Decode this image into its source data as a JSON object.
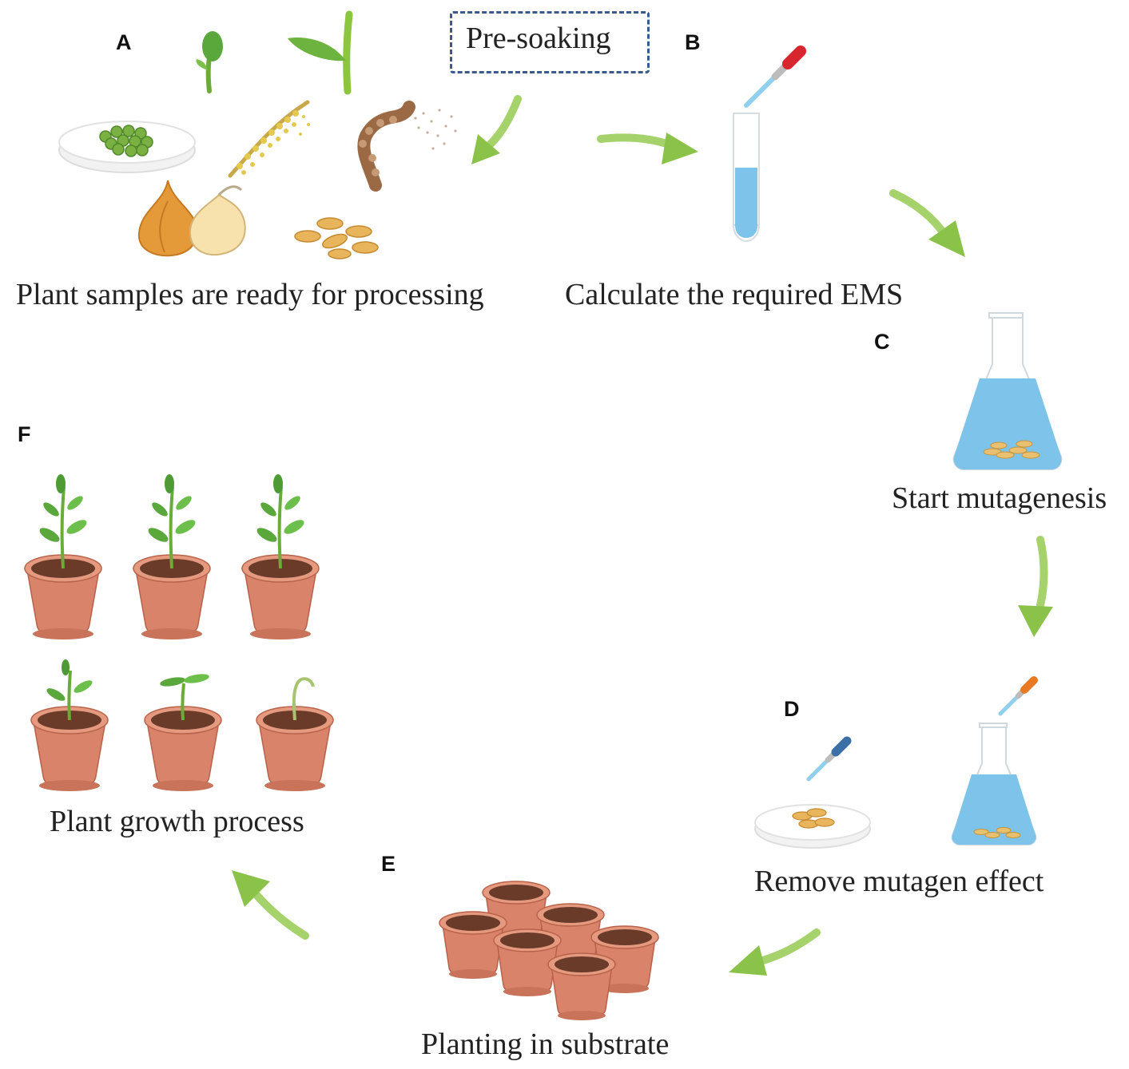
{
  "panels": {
    "a": {
      "letter": "A",
      "caption": "Plant samples are ready for processing"
    },
    "b": {
      "letter": "B",
      "caption": "Calculate the required EMS"
    },
    "c": {
      "letter": "C",
      "caption": "Start mutagenesis"
    },
    "d": {
      "letter": "D",
      "caption": "Remove mutagen effect"
    },
    "e": {
      "letter": "E",
      "caption": "Planting in substrate"
    },
    "f": {
      "letter": "F",
      "caption": "Plant growth process"
    }
  },
  "presoak": {
    "label": "Pre-soaking"
  },
  "colors": {
    "arrow": "#8bc34a",
    "pot": "#d9836a",
    "soil": "#6b3b2a",
    "liquid": "#7ec3ea",
    "leaf": "#5aa83c",
    "seed": "#e8b45c",
    "dashed_box": "#3a5a8c"
  },
  "icons": [
    "sprout-icon",
    "leaf-icon",
    "petri-dish-icon",
    "pollen-icon",
    "root-icon",
    "onion-icon",
    "seeds-icon",
    "dropper-icon",
    "test-tube-icon",
    "flask-icon",
    "flower-pot-icon",
    "arrow-icon"
  ]
}
